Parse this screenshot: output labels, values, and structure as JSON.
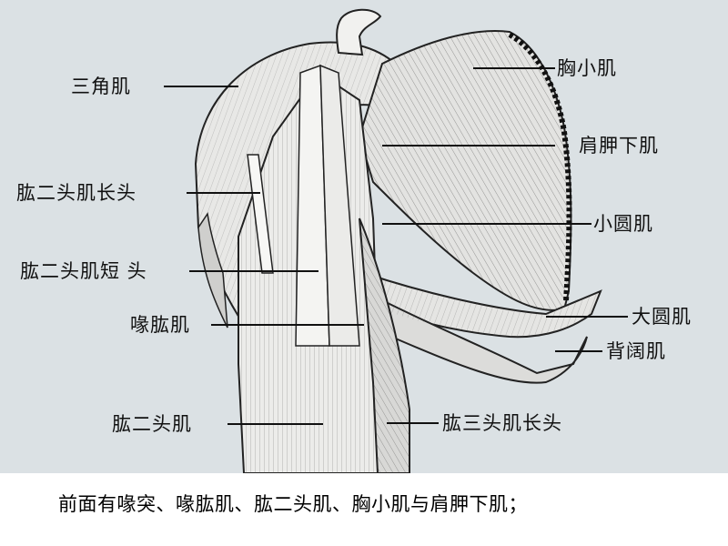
{
  "labels": {
    "deltoid": "三角肌",
    "biceps_long_head": "肱二头肌长头",
    "biceps_short_head": "肱二头肌短 头",
    "coracobrachialis": "喙肱肌",
    "biceps": "肱二头肌",
    "pectoralis_minor": "胸小肌",
    "subscapularis": "肩胛下肌",
    "teres_minor": "小圆肌",
    "teres_major": "大圆肌",
    "latissimus_dorsi": "背阔肌",
    "triceps_long_head": "肱三头肌长头"
  },
  "caption": "前面有喙突、喙肱肌、肱二头肌、胸小肌与肩胛下肌；"
}
